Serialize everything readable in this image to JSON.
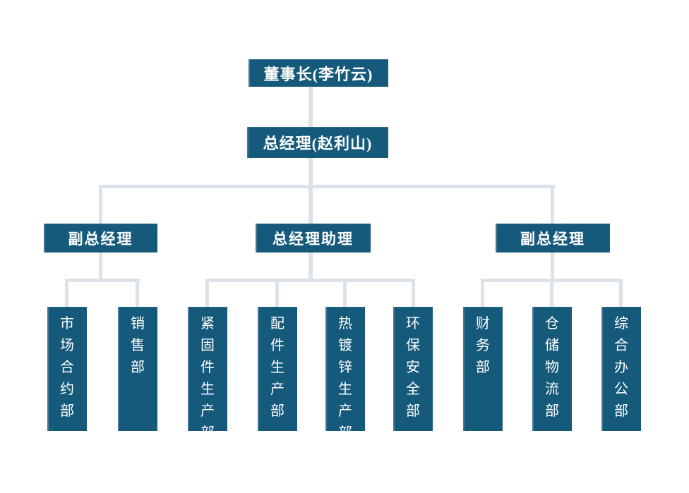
{
  "colors": {
    "node_fill": "#15597b",
    "node_text": "#ffffff",
    "connector": "#dbe2e8",
    "background": "#ffffff"
  },
  "org_chart": {
    "chairman": {
      "label": "董事长(李竹云)"
    },
    "general_manager": {
      "label": "总经理(赵利山)"
    },
    "branches": [
      {
        "label": "副总经理",
        "departments": [
          {
            "label": "市场合约部"
          },
          {
            "label": "销售部"
          }
        ]
      },
      {
        "label": "总经理助理",
        "departments": [
          {
            "label": "紧固件生产部"
          },
          {
            "label": "配件生产部"
          },
          {
            "label": "热镀锌生产部"
          },
          {
            "label": "环保安全部"
          }
        ]
      },
      {
        "label": "副总经理",
        "departments": [
          {
            "label": "财务部"
          },
          {
            "label": "仓储物流部"
          },
          {
            "label": "综合办公部"
          }
        ]
      }
    ]
  }
}
